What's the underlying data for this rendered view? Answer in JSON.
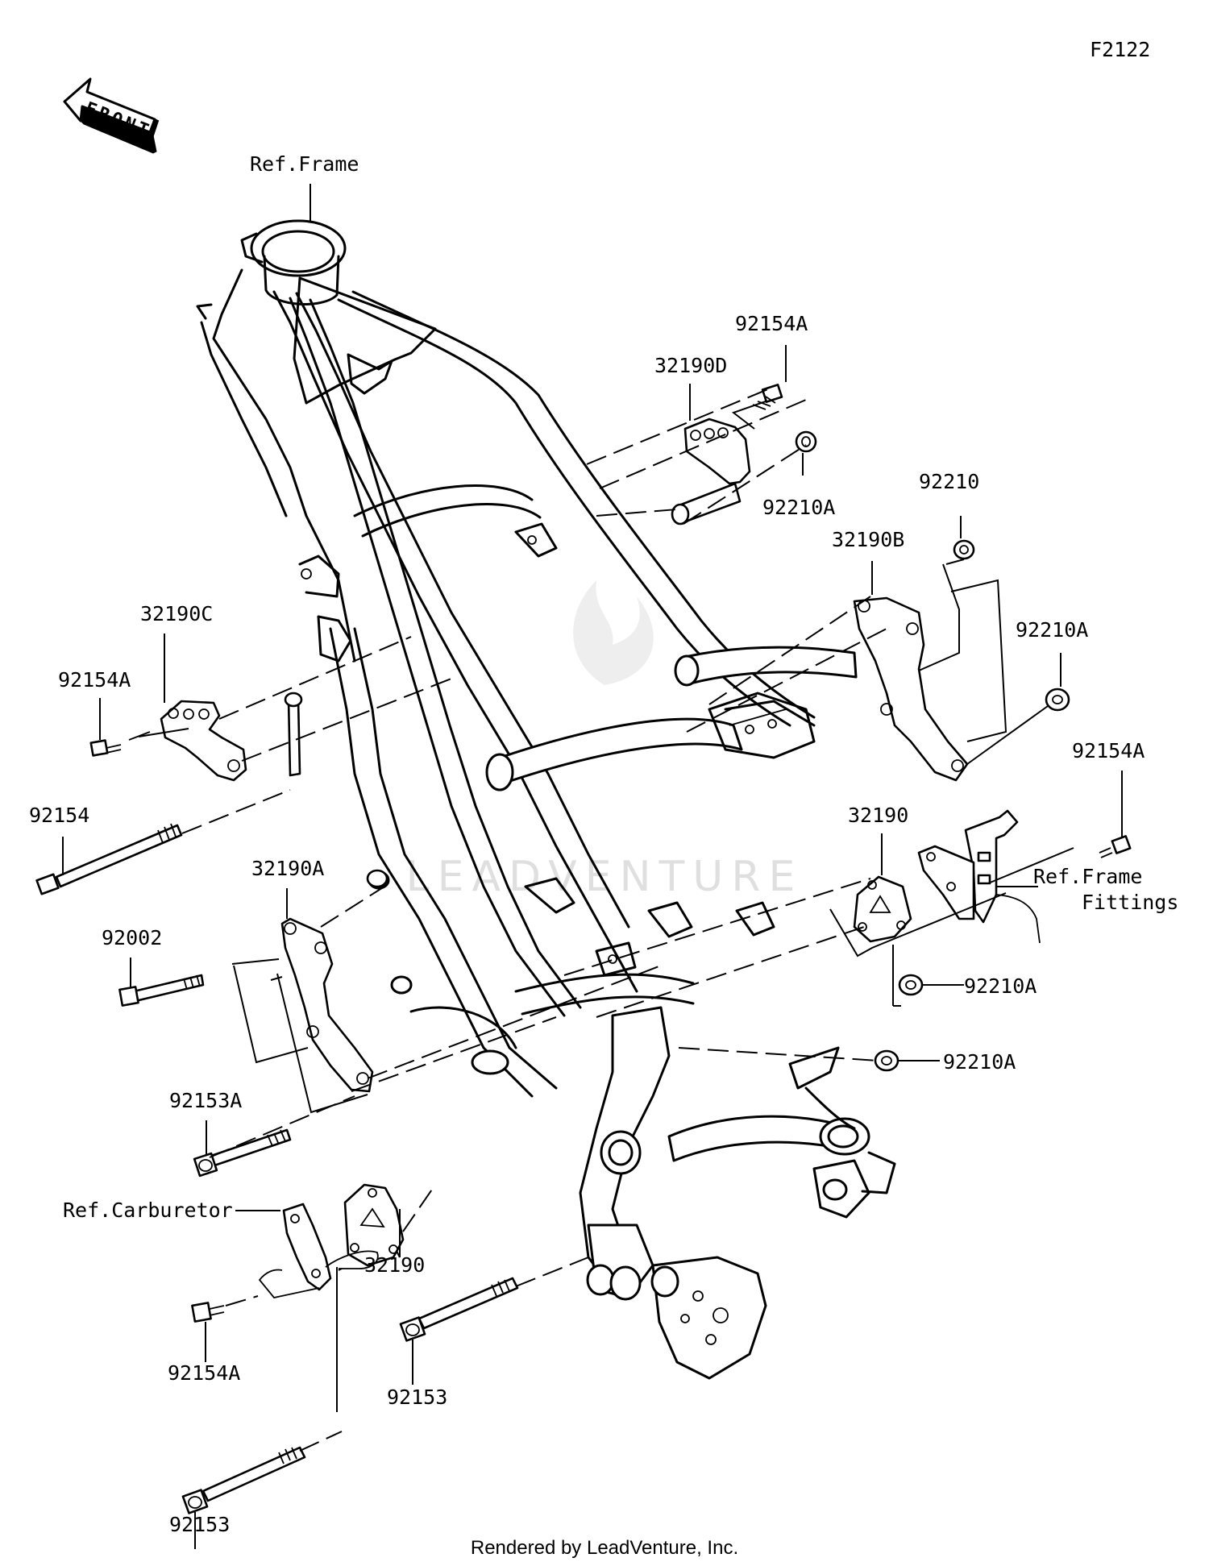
{
  "diagram_code": "F2122",
  "front_arrow_text": "FRONT",
  "watermark_text": "LEADVENTURE",
  "footer_text": "Rendered by LeadVenture, Inc.",
  "labels": {
    "ref_frame": "Ref.Frame",
    "p92154A_top": "92154A",
    "p32190D": "32190D",
    "p92210A_top": "92210A",
    "p92210": "92210",
    "p32190B": "32190B",
    "p92210A_right": "92210A",
    "p32190C": "32190C",
    "p92154A_left": "92154A",
    "p92154": "92154",
    "p92154A_right": "92154A",
    "p32190_right": "32190",
    "ref_frame_fittings_1": "Ref.Frame",
    "ref_frame_fittings_2": "Fittings",
    "p32190A": "32190A",
    "p92002": "92002",
    "p92210A_mid": "92210A",
    "p92210A_low": "92210A",
    "p92153A": "92153A",
    "ref_carburetor": "Ref.Carburetor",
    "p32190_low": "32190",
    "p92154A_low": "92154A",
    "p92153_mid": "92153",
    "p92153_bottom": "92153"
  }
}
